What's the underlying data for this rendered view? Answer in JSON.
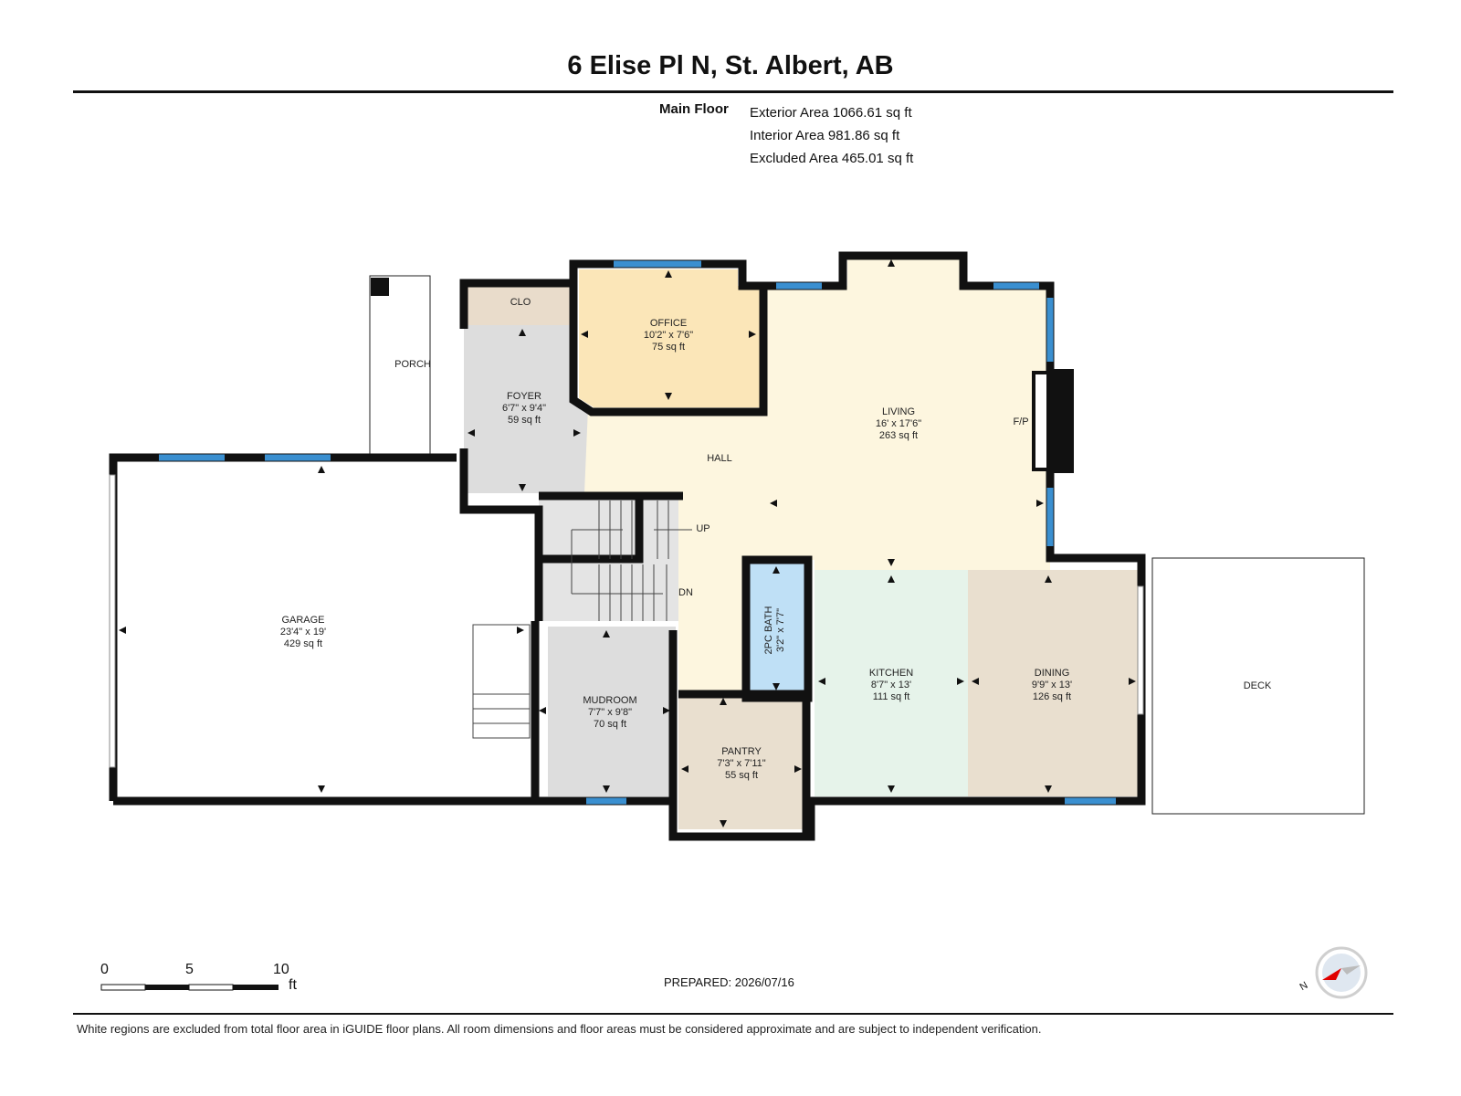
{
  "header": {
    "title": "6 Elise Pl N, St. Albert, AB",
    "floor_label": "Main Floor",
    "exterior_area": "Exterior Area 1066.61 sq ft",
    "interior_area": "Interior Area 981.86 sq ft",
    "excluded_area": "Excluded Area 465.01 sq ft"
  },
  "rooms": {
    "clo": "CLO",
    "porch": "PORCH",
    "office": {
      "name": "OFFICE",
      "dims": "10'2\" x 7'6\"",
      "area": "75 sq ft"
    },
    "foyer": {
      "name": "FOYER",
      "dims": "6'7\" x 9'4\"",
      "area": "59 sq ft"
    },
    "living": {
      "name": "LIVING",
      "dims": "16' x 17'6\"",
      "area": "263 sq ft"
    },
    "fp": "F/P",
    "hall": "HALL",
    "up": "UP",
    "dn": "DN",
    "garage": {
      "name": "GARAGE",
      "dims": "23'4\" x 19'",
      "area": "429 sq ft"
    },
    "bath": {
      "name": "2PC BATH",
      "dims": "3'2\" x 7'7\""
    },
    "kitchen": {
      "name": "KITCHEN",
      "dims": "8'7\" x 13'",
      "area": "111 sq ft"
    },
    "dining": {
      "name": "DINING",
      "dims": "9'9\" x 13'",
      "area": "126 sq ft"
    },
    "deck": "DECK",
    "mudroom": {
      "name": "MUDROOM",
      "dims": "7'7\" x 9'8\"",
      "area": "70 sq ft"
    },
    "pantry": {
      "name": "PANTRY",
      "dims": "7'3\" x 7'11\"",
      "area": "55 sq ft"
    }
  },
  "colors": {
    "wall": "#111111",
    "window": "#3a8fd0",
    "office": "#fbe6b8",
    "living": "#fdf6df",
    "foyer": "#dddddd",
    "clo": "#e9dccb",
    "kitchen": "#e6f3ea",
    "dining": "#e9dfcf",
    "pantry": "#e9dfcf",
    "bath": "#bfe0f6",
    "mudroom": "#dddddd",
    "compass_needle": "#e00000"
  },
  "scale": {
    "labels": [
      "0",
      "5",
      "10"
    ],
    "unit": "ft"
  },
  "compass": {
    "label": "N",
    "icon": "compass-icon"
  },
  "footer": {
    "prepared": "PREPARED: 2026/07/16",
    "note": "White regions are excluded from total floor area in iGUIDE floor plans. All room dimensions and floor areas must be considered approximate and are subject to independent verification."
  }
}
